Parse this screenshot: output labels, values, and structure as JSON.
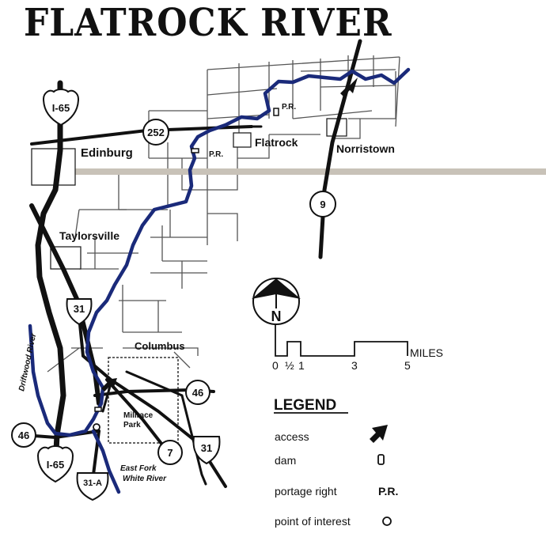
{
  "title": "FLATROCK RIVER",
  "places": {
    "edinburg": "Edinburg",
    "flatrock": "Flatrock",
    "norristown": "Norristown",
    "taylorsville": "Taylorsville",
    "columbus": "Columbus",
    "millrace_park": [
      "Millrace",
      "Park"
    ]
  },
  "portage_labels": [
    "P.R.",
    "P.R."
  ],
  "rivers": {
    "driftwood": "Driftwood River",
    "east_fork": [
      "East Fork",
      "White River"
    ]
  },
  "routes": {
    "i65_north": "I-65",
    "i65_south": "I-65",
    "sr252": "252",
    "sr9": "9",
    "us31_north": "31",
    "us31_south": "31",
    "sr46_east": "46",
    "sr46_west": "46",
    "sr7": "7",
    "us31a": "31-A"
  },
  "compass": {
    "label": "N",
    "icon": "north-arrow-icon"
  },
  "scale": {
    "unit": "MILES",
    "ticks": [
      "0",
      "½",
      "1",
      "3",
      "5"
    ]
  },
  "legend": {
    "title": "LEGEND",
    "items": [
      {
        "label": "access",
        "symbol": "",
        "icon": "access-arrow-icon"
      },
      {
        "label": "dam",
        "symbol": "",
        "icon": "dam-icon"
      },
      {
        "label": "portage right",
        "symbol": "P.R.",
        "icon": "portage-text"
      },
      {
        "label": "point of interest",
        "symbol": "",
        "icon": "point-of-interest-icon"
      }
    ]
  },
  "colors": {
    "river": "#1a2a7a",
    "road": "#111111",
    "minor_road": "#555555",
    "highway_band": "#c8c2b8"
  }
}
